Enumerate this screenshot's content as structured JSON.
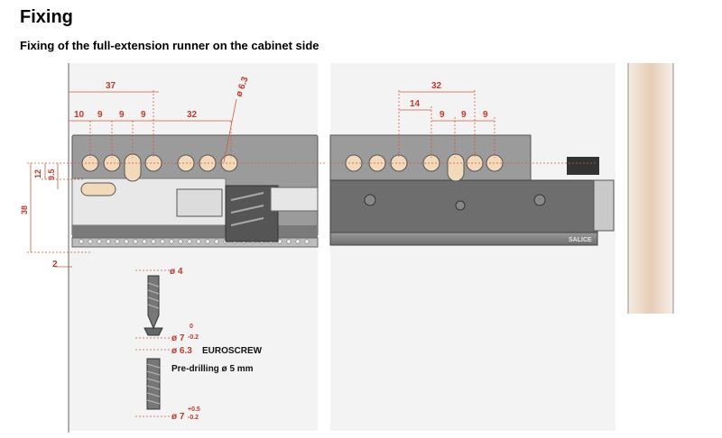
{
  "title": "Fixing",
  "subtitle": "Fixing of the full-extension runner on the cabinet side",
  "dims_left": {
    "top_37": "37",
    "d10": "10",
    "d9a": "9",
    "d9b": "9",
    "d9c": "9",
    "d32": "32",
    "phi63": "ø 6.3",
    "v12": "12",
    "v95": "9.5",
    "v38": "38",
    "h2": "2"
  },
  "dims_right": {
    "d32": "32",
    "d14": "14",
    "d9a": "9",
    "d9b": "9",
    "d9c": "9"
  },
  "screw": {
    "phi4": "ø 4",
    "phi7_top": "ø 7",
    "tol_top_a": "0",
    "tol_top_b": "-0.2",
    "phi63": "ø 6.3",
    "euroscrew": "EUROSCREW",
    "predrill": "Pre-drilling ø 5 mm",
    "phi7_bot": "ø 7",
    "tol_bot_a": "+0.5",
    "tol_bot_b": "-0.2"
  },
  "brand": "SALICE",
  "colors": {
    "dimension": "#c0392b",
    "hole_fill": "#f2d9b9",
    "runner": "#8a8a8a"
  }
}
